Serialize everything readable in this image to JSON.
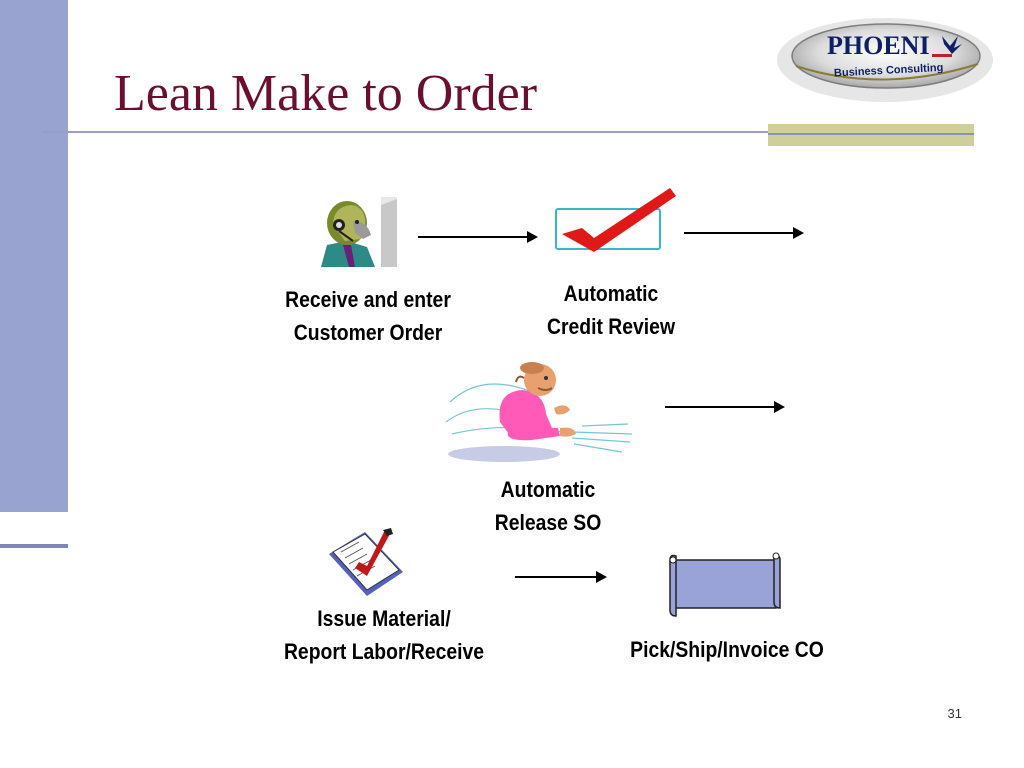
{
  "slide": {
    "title": "Lean Make to Order",
    "page_number": "31"
  },
  "logo": {
    "name": "PHOENIX",
    "tagline": "Business Consulting"
  },
  "steps": {
    "receive_order": [
      "Receive and enter",
      "Customer Order"
    ],
    "credit_review": [
      "Automatic",
      "Credit Review"
    ],
    "release_so": [
      "Automatic",
      "Release SO"
    ],
    "issue_material": [
      "Issue Material/",
      "Report Labor/Receive"
    ],
    "pick_ship": [
      "Pick/Ship/Invoice CO"
    ]
  },
  "icons": {
    "receive_order": "operator-headset-icon",
    "credit_review": "checkmark-icon",
    "release_so": "running-man-icon",
    "issue_material": "checklist-icon",
    "pick_ship": "scroll-icon"
  },
  "colors": {
    "title": "#6b0f32",
    "left_band": "#99a3cf",
    "accent_tan": "#cfcf99",
    "check_red": "#e01818",
    "scroll_fill": "#99a3d8"
  }
}
